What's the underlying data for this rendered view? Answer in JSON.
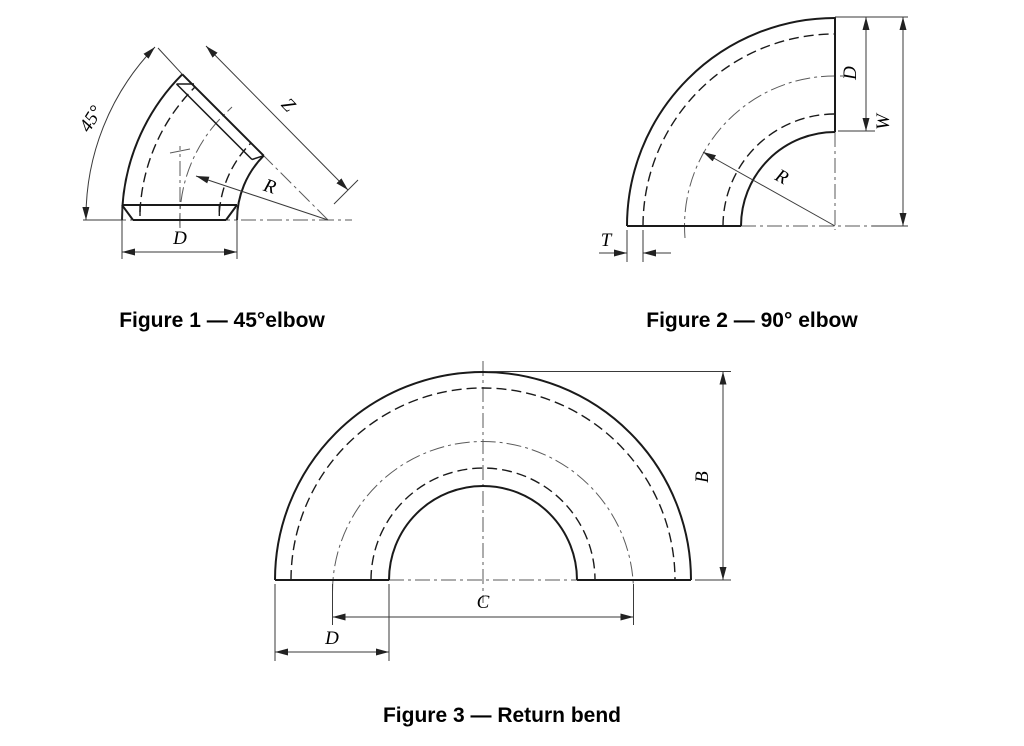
{
  "colors": {
    "background": "#ffffff",
    "outline": "#1a1a1a",
    "centerline": "#5a5a5a",
    "dimension_line": "#3a3a3a",
    "text": "#000000"
  },
  "figure1": {
    "caption": "Figure 1 — 45°elbow",
    "labels": {
      "angle": "45°",
      "z": "Z",
      "r": "R",
      "d": "D"
    }
  },
  "figure2": {
    "caption": "Figure 2 — 90° elbow",
    "labels": {
      "d": "D",
      "w": "W",
      "r": "R",
      "t": "T"
    }
  },
  "figure3": {
    "caption": "Figure 3 — Return bend",
    "labels": {
      "b": "B",
      "c": "C",
      "d": "D"
    }
  }
}
